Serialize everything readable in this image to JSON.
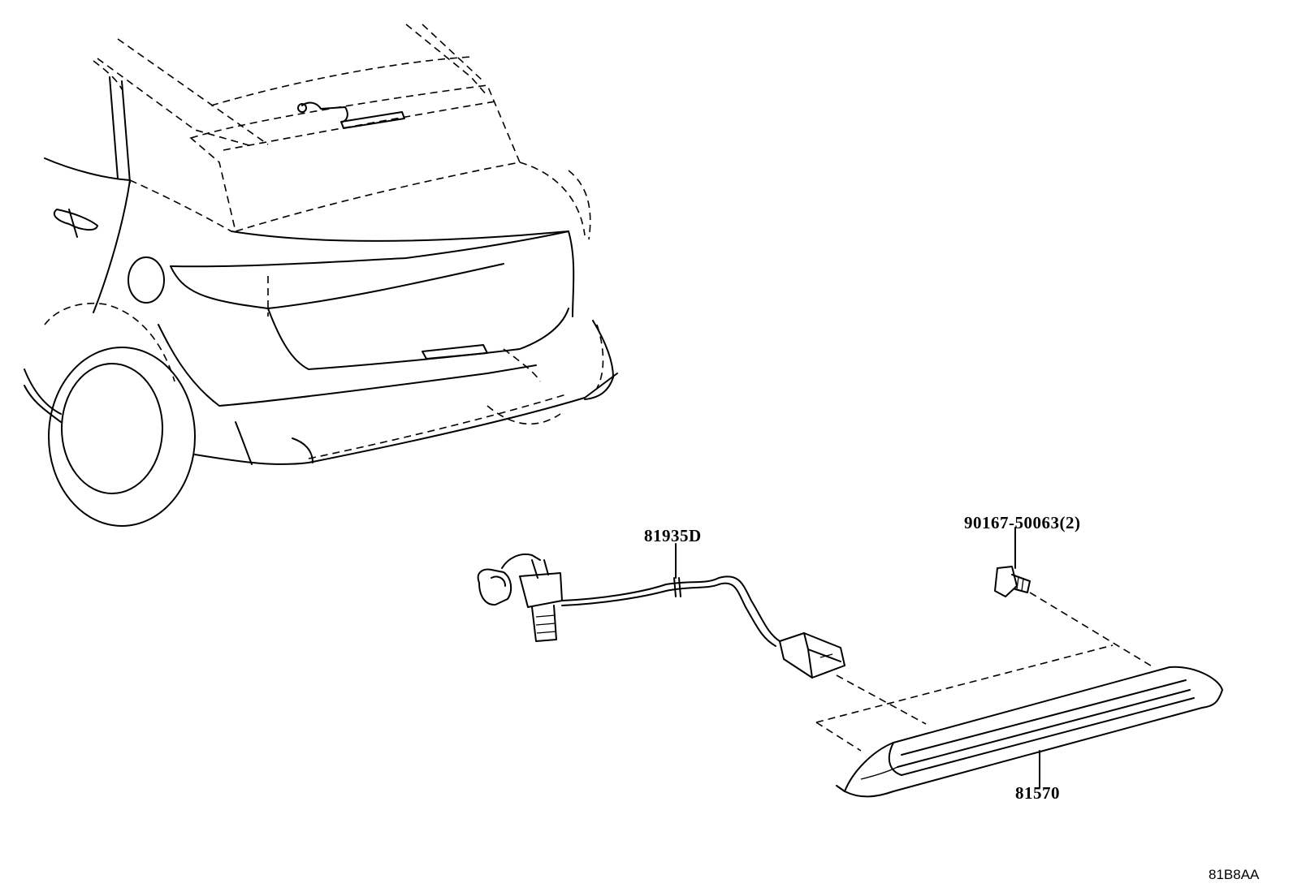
{
  "diagram": {
    "callouts": {
      "wire_harness": "81935D",
      "screw": "90167-50063(2)",
      "stop_lamp": "81570"
    },
    "illustration_code": "81B8AA"
  }
}
